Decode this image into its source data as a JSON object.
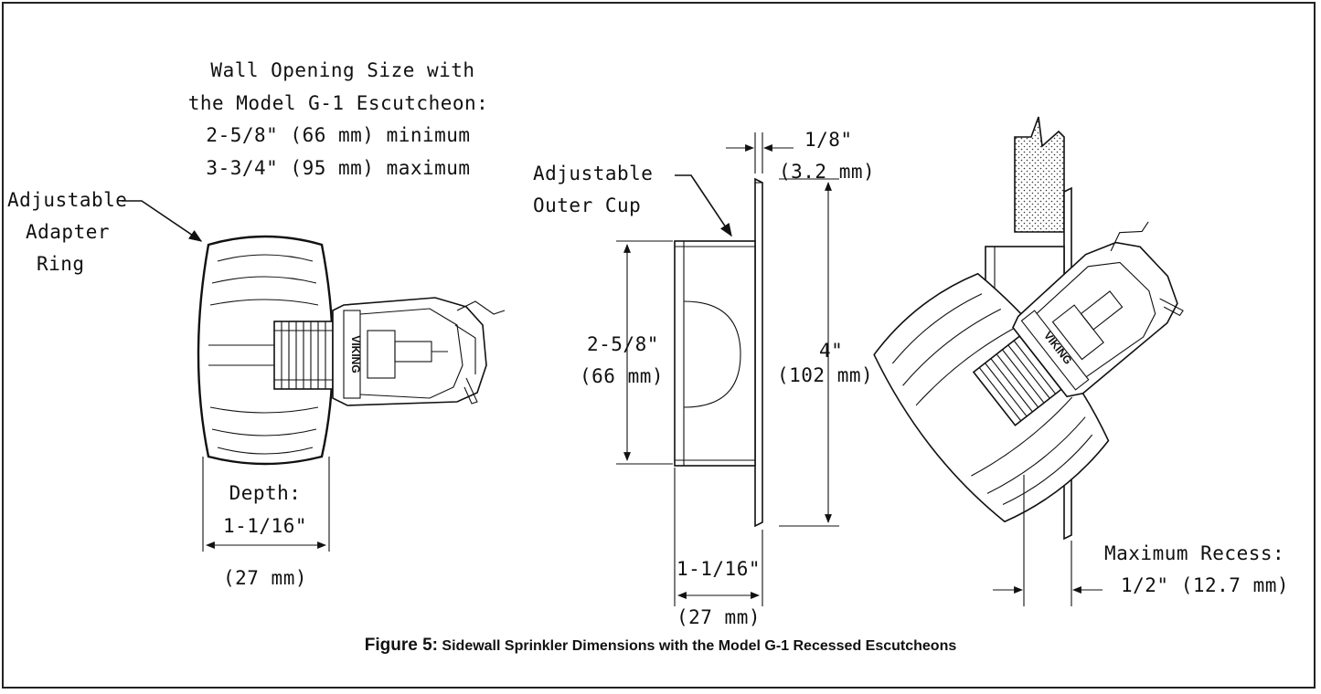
{
  "left_view": {
    "wall_opening": {
      "line1": "Wall Opening Size with",
      "line2": "the Model G-1 Escutcheon:",
      "line3": "2-5/8\" (66 mm) minimum",
      "line4": "3-3/4\" (95 mm) maximum"
    },
    "adapter_label": {
      "line1": "Adjustable",
      "line2": "Adapter",
      "line3": "Ring"
    },
    "depth": {
      "label": "Depth:",
      "imperial": "1-1/16\"",
      "metric": "(27 mm)"
    },
    "brand_mark": "VIKING"
  },
  "middle_view": {
    "cup_label": {
      "line1": "Adjustable",
      "line2": "Outer Cup"
    },
    "thickness": {
      "imperial": "1/8\"",
      "metric": "(3.2 mm)"
    },
    "cup_diameter": {
      "imperial": "2-5/8\"",
      "metric": "(66 mm)"
    },
    "outer_diameter": {
      "imperial": "4\"",
      "metric": "(102 mm)"
    },
    "depth": {
      "imperial": "1-1/16\"",
      "metric": "(27 mm)"
    }
  },
  "right_view": {
    "recess": {
      "label": "Maximum Recess:",
      "value": "1/2\" (12.7 mm)"
    },
    "brand_mark": "VIKING"
  },
  "caption": {
    "label": "Figure 5:",
    "text": "Sidewall Sprinkler Dimensions with the Model G-1 Recessed Escutcheons"
  }
}
